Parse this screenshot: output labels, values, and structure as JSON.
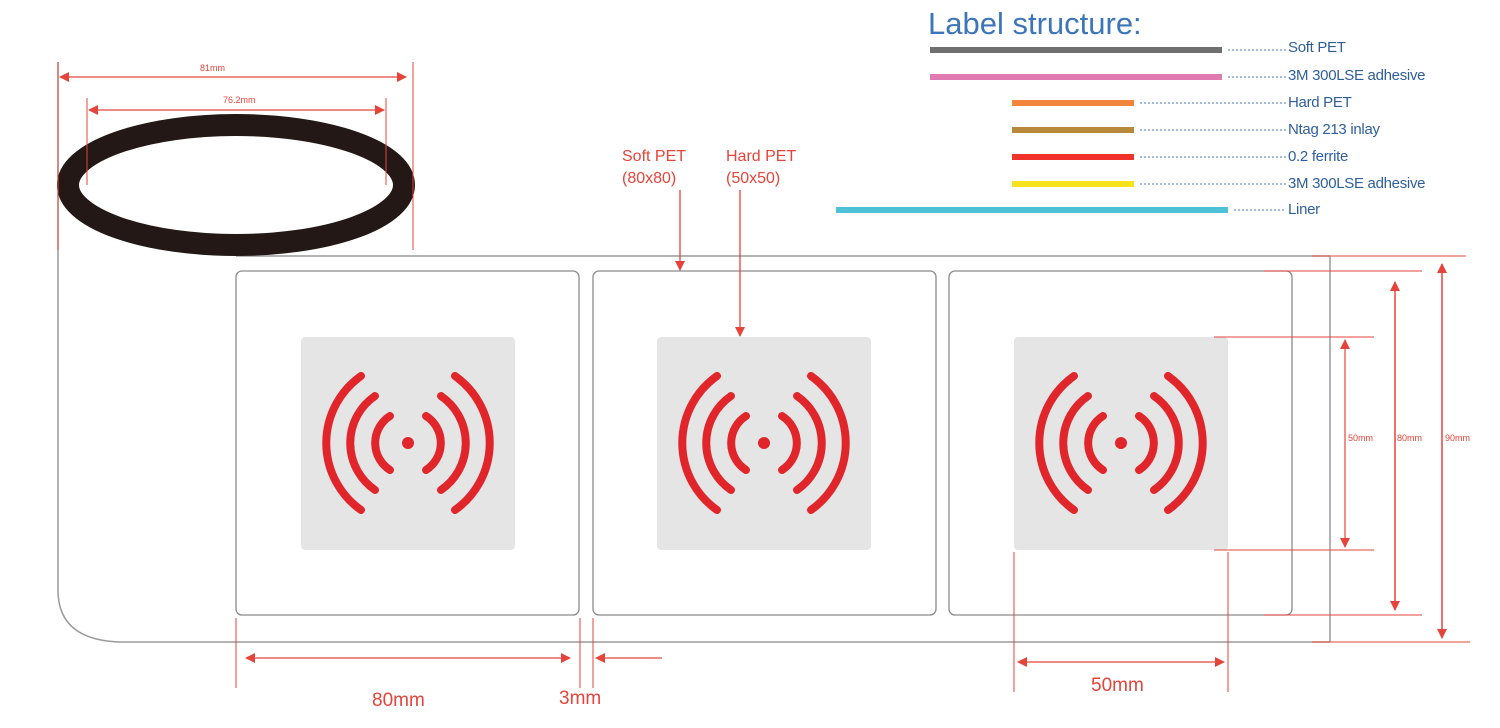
{
  "structure": {
    "title": "Label structure:",
    "layers": [
      {
        "label": "Soft PET",
        "color": "#6f6f6f"
      },
      {
        "label": "3M 300LSE adhesive",
        "color": "#e07ab0"
      },
      {
        "label": "Hard PET",
        "color": "#f3843b"
      },
      {
        "label": "Ntag 213 inlay",
        "color": "#b8893a"
      },
      {
        "label": "0.2 ferrite",
        "color": "#f0322b"
      },
      {
        "label": "3M 300LSE adhesive",
        "color": "#f7e21e"
      },
      {
        "label": "Liner",
        "color": "#4fc1d6"
      }
    ]
  },
  "callouts": {
    "soft_pet": {
      "name": "Soft PET",
      "size": "(80x80)"
    },
    "hard_pet": {
      "name": "Hard PET",
      "size": "(50x50)"
    }
  },
  "roll": {
    "outer_diameter": "81mm",
    "inner_diameter": "76.2mm"
  },
  "dimensions": {
    "label_width": "80mm",
    "gap": "3mm",
    "inlay_width": "50mm",
    "inlay_height": "50mm",
    "label_height": "80mm",
    "liner_height": "90mm"
  },
  "colors": {
    "dimension": "#e5443a",
    "outline": "#8a8a8a",
    "inlay_fill": "#e5e5e5",
    "rfid_symbol": "#e0262b",
    "title": "#3d76b8",
    "leader": "#4a78b5"
  },
  "icons": {
    "tag_symbol": "rfid-wave-icon"
  }
}
